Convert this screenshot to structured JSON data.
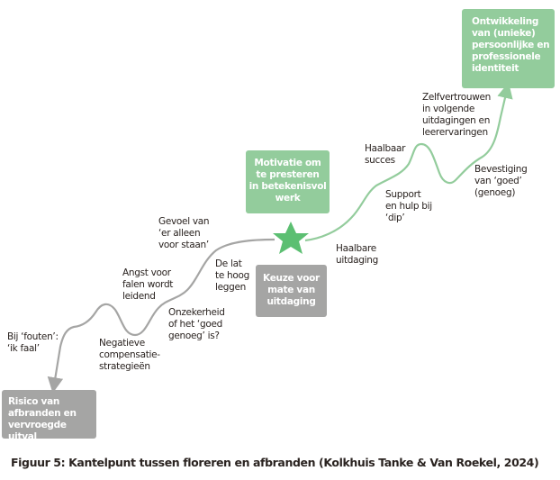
{
  "colors": {
    "green": "#93cc9c",
    "star": "#5cbf72",
    "gray": "#a5a5a4",
    "text": "#2a2320"
  },
  "boxes": {
    "identity": "Ontwikkeling\nvan (unieke)\npersoonlijke en\nprofessionele\nidentiteit",
    "motivation": "Motivatie om\nte presteren\nin betekenisvol\nwerk",
    "choice": "Keuze voor\nmate van\nuitdaging",
    "risk": "Risico van\nafbranden en\nvervroegde uitval"
  },
  "labels": {
    "self_confidence": "Zelfvertrouwen\nin volgende\nuitdagingen en\nleerervaringen",
    "feasible_success": "Haalbaar\nsucces",
    "confirmation": "Bevestiging\nvan ‘goed’\n(genoeg)",
    "support": "Support\nen hulp bij\n‘dip’",
    "feasible_challenge": "Haalbare\nuitdaging",
    "alone": "Gevoel van\n‘er alleen\nvoor staan’",
    "bar_too_high": "De lat\nte hoog\nleggen",
    "fear": "Angst voor\nfalen wordt\nleidend",
    "uncertainty": "Onzekerheid\nof het ‘goed\ngenoeg’ is?",
    "mistakes": "Bij ‘fouten’:\n‘ik faal’",
    "negative": "Negatieve\ncompensatie-\nstrategieën"
  },
  "caption": "Figuur 5: Kantelpunt tussen floreren en afbranden (Kolkhuis Tanke & Van Roekel, 2024)"
}
